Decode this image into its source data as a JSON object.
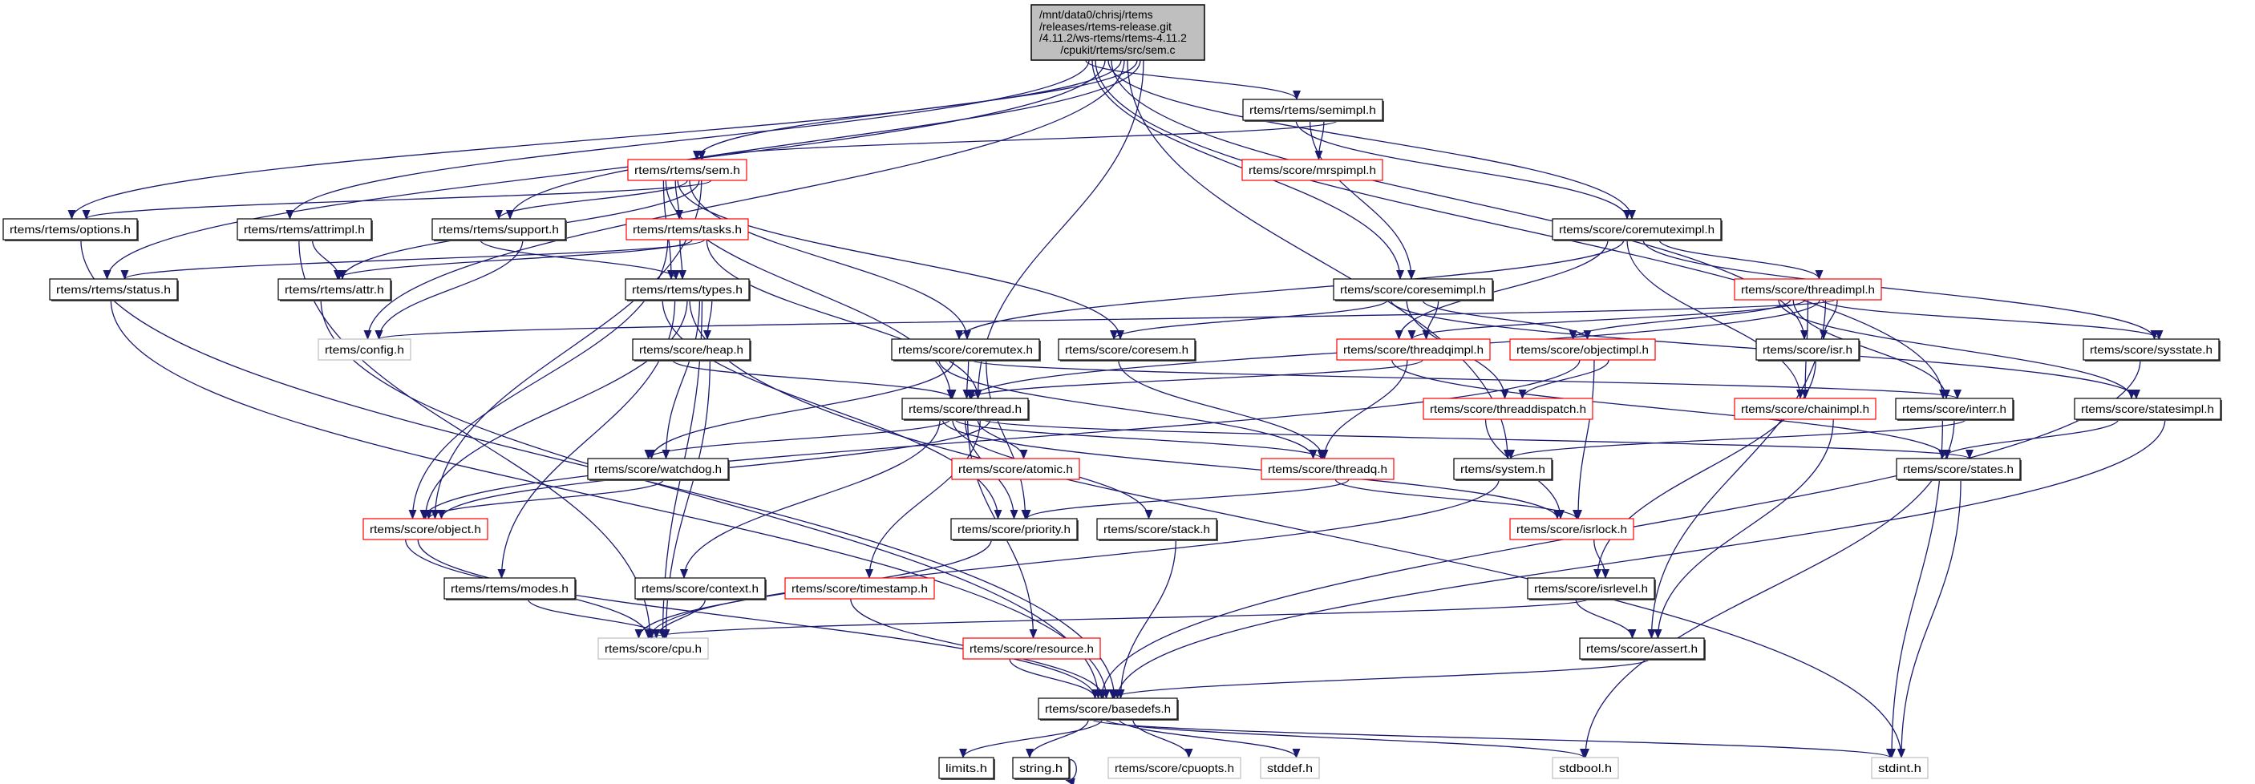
{
  "graph": {
    "root": {
      "id": "root",
      "lines": [
        "/mnt/data0/chrisj/rtems",
        "/releases/rtems-release.git",
        "/4.11.2/ws-rtems/rtems-4.11.2",
        "/cpukit/rtems/src/sem.c"
      ]
    },
    "colors": {
      "edge": "#191970",
      "root_fill": "#bfbfbf",
      "normal_border": "#000000",
      "incomplete_border": "#ff0000",
      "external_border": "#bfbfbf"
    },
    "nodes": [
      {
        "id": "semimpl",
        "label": "rtems/rtems/semimpl.h",
        "kind": "normal"
      },
      {
        "id": "mrspimpl",
        "label": "rtems/score/mrspimpl.h",
        "kind": "red"
      },
      {
        "id": "sem",
        "label": "rtems/rtems/sem.h",
        "kind": "red"
      },
      {
        "id": "options",
        "label": "rtems/rtems/options.h",
        "kind": "normal"
      },
      {
        "id": "attrimpl",
        "label": "rtems/rtems/attrimpl.h",
        "kind": "normal"
      },
      {
        "id": "support",
        "label": "rtems/rtems/support.h",
        "kind": "normal"
      },
      {
        "id": "tasks",
        "label": "rtems/rtems/tasks.h",
        "kind": "red"
      },
      {
        "id": "coremuteximpl",
        "label": "rtems/score/coremuteximpl.h",
        "kind": "normal"
      },
      {
        "id": "status",
        "label": "rtems/rtems/status.h",
        "kind": "normal"
      },
      {
        "id": "attr",
        "label": "rtems/rtems/attr.h",
        "kind": "normal"
      },
      {
        "id": "types",
        "label": "rtems/rtems/types.h",
        "kind": "normal"
      },
      {
        "id": "coresemimpl",
        "label": "rtems/score/coresemimpl.h",
        "kind": "normal"
      },
      {
        "id": "threadimpl",
        "label": "rtems/score/threadimpl.h",
        "kind": "red"
      },
      {
        "id": "config",
        "label": "rtems/config.h",
        "kind": "gray"
      },
      {
        "id": "heap",
        "label": "rtems/score/heap.h",
        "kind": "normal"
      },
      {
        "id": "coremutex",
        "label": "rtems/score/coremutex.h",
        "kind": "normal"
      },
      {
        "id": "coresem",
        "label": "rtems/score/coresem.h",
        "kind": "normal"
      },
      {
        "id": "threadqimpl",
        "label": "rtems/score/threadqimpl.h",
        "kind": "red"
      },
      {
        "id": "objectimpl",
        "label": "rtems/score/objectimpl.h",
        "kind": "red"
      },
      {
        "id": "isr",
        "label": "rtems/score/isr.h",
        "kind": "normal"
      },
      {
        "id": "sysstate",
        "label": "rtems/score/sysstate.h",
        "kind": "normal"
      },
      {
        "id": "thread",
        "label": "rtems/score/thread.h",
        "kind": "normal"
      },
      {
        "id": "threaddispatch",
        "label": "rtems/score/threaddispatch.h",
        "kind": "red"
      },
      {
        "id": "chainimpl",
        "label": "rtems/score/chainimpl.h",
        "kind": "red"
      },
      {
        "id": "interr",
        "label": "rtems/score/interr.h",
        "kind": "normal"
      },
      {
        "id": "statesimpl",
        "label": "rtems/score/statesimpl.h",
        "kind": "normal"
      },
      {
        "id": "watchdog",
        "label": "rtems/score/watchdog.h",
        "kind": "normal"
      },
      {
        "id": "atomic",
        "label": "rtems/score/atomic.h",
        "kind": "red"
      },
      {
        "id": "threadq",
        "label": "rtems/score/threadq.h",
        "kind": "red"
      },
      {
        "id": "system",
        "label": "rtems/system.h",
        "kind": "normal"
      },
      {
        "id": "states",
        "label": "rtems/score/states.h",
        "kind": "normal"
      },
      {
        "id": "object",
        "label": "rtems/score/object.h",
        "kind": "red"
      },
      {
        "id": "priority",
        "label": "rtems/score/priority.h",
        "kind": "normal"
      },
      {
        "id": "stack",
        "label": "rtems/score/stack.h",
        "kind": "normal"
      },
      {
        "id": "isrlock",
        "label": "rtems/score/isrlock.h",
        "kind": "red"
      },
      {
        "id": "modes",
        "label": "rtems/rtems/modes.h",
        "kind": "normal"
      },
      {
        "id": "context",
        "label": "rtems/score/context.h",
        "kind": "normal"
      },
      {
        "id": "timestamp",
        "label": "rtems/score/timestamp.h",
        "kind": "red"
      },
      {
        "id": "isrlevel",
        "label": "rtems/score/isrlevel.h",
        "kind": "normal"
      },
      {
        "id": "cpu",
        "label": "rtems/score/cpu.h",
        "kind": "gray"
      },
      {
        "id": "resource",
        "label": "rtems/score/resource.h",
        "kind": "red"
      },
      {
        "id": "assert",
        "label": "rtems/score/assert.h",
        "kind": "normal"
      },
      {
        "id": "basedefs",
        "label": "rtems/score/basedefs.h",
        "kind": "normal"
      },
      {
        "id": "limits",
        "label": "limits.h",
        "kind": "normal"
      },
      {
        "id": "string",
        "label": "string.h",
        "kind": "normal"
      },
      {
        "id": "cpuopts",
        "label": "rtems/score/cpuopts.h",
        "kind": "gray"
      },
      {
        "id": "stddef",
        "label": "stddef.h",
        "kind": "gray"
      },
      {
        "id": "stdbool",
        "label": "stdbool.h",
        "kind": "gray"
      },
      {
        "id": "stdint",
        "label": "stdint.h",
        "kind": "gray"
      }
    ],
    "edges": [
      [
        "root",
        "semimpl"
      ],
      [
        "root",
        "sem"
      ],
      [
        "root",
        "options"
      ],
      [
        "root",
        "status"
      ],
      [
        "root",
        "attrimpl"
      ],
      [
        "root",
        "support"
      ],
      [
        "root",
        "config"
      ],
      [
        "root",
        "coremuteximpl"
      ],
      [
        "root",
        "coresemimpl"
      ],
      [
        "root",
        "thread"
      ],
      [
        "root",
        "system"
      ],
      [
        "root",
        "isr"
      ],
      [
        "root",
        "interr"
      ],
      [
        "semimpl",
        "sem"
      ],
      [
        "semimpl",
        "mrspimpl"
      ],
      [
        "semimpl",
        "coresemimpl"
      ],
      [
        "semimpl",
        "coremuteximpl"
      ],
      [
        "sem",
        "options"
      ],
      [
        "sem",
        "attr"
      ],
      [
        "sem",
        "support"
      ],
      [
        "sem",
        "tasks"
      ],
      [
        "sem",
        "types"
      ],
      [
        "sem",
        "object"
      ],
      [
        "sem",
        "coremutex"
      ],
      [
        "sem",
        "coresem"
      ],
      [
        "sem",
        "thread"
      ],
      [
        "tasks",
        "status"
      ],
      [
        "tasks",
        "attr"
      ],
      [
        "tasks",
        "types"
      ],
      [
        "tasks",
        "object"
      ],
      [
        "tasks",
        "thread"
      ],
      [
        "attrimpl",
        "attr"
      ],
      [
        "attrimpl",
        "cpu"
      ],
      [
        "support",
        "types"
      ],
      [
        "support",
        "config"
      ],
      [
        "options",
        "basedefs"
      ],
      [
        "status",
        "basedefs"
      ],
      [
        "attr",
        "basedefs"
      ],
      [
        "types",
        "heap"
      ],
      [
        "types",
        "watchdog"
      ],
      [
        "types",
        "object"
      ],
      [
        "types",
        "modes"
      ],
      [
        "types",
        "priority"
      ],
      [
        "types",
        "cpu"
      ],
      [
        "types",
        "stdint"
      ],
      [
        "coremuteximpl",
        "coremutex"
      ],
      [
        "coremuteximpl",
        "threadqimpl"
      ],
      [
        "coremuteximpl",
        "threadimpl"
      ],
      [
        "coremuteximpl",
        "sysstate"
      ],
      [
        "coremuteximpl",
        "chainimpl"
      ],
      [
        "coresemimpl",
        "coresem"
      ],
      [
        "coresemimpl",
        "threadqimpl"
      ],
      [
        "coresemimpl",
        "objectimpl"
      ],
      [
        "coresemimpl",
        "threaddispatch"
      ],
      [
        "coresemimpl",
        "statesimpl"
      ],
      [
        "threadimpl",
        "config"
      ],
      [
        "threadimpl",
        "thread"
      ],
      [
        "threadimpl",
        "threadqimpl"
      ],
      [
        "threadimpl",
        "objectimpl"
      ],
      [
        "threadimpl",
        "isr"
      ],
      [
        "threadimpl",
        "sysstate"
      ],
      [
        "threadimpl",
        "chainimpl"
      ],
      [
        "threadimpl",
        "interr"
      ],
      [
        "threadimpl",
        "statesimpl"
      ],
      [
        "threadimpl",
        "assert"
      ],
      [
        "coremutex",
        "thread"
      ],
      [
        "coremutex",
        "watchdog"
      ],
      [
        "coremutex",
        "threadq"
      ],
      [
        "coremutex",
        "priority"
      ],
      [
        "coremutex",
        "interr"
      ],
      [
        "coresem",
        "threadq"
      ],
      [
        "heap",
        "thread"
      ],
      [
        "heap",
        "cpu"
      ],
      [
        "threadqimpl",
        "thread"
      ],
      [
        "threadqimpl",
        "threadq"
      ],
      [
        "threadqimpl",
        "states"
      ],
      [
        "objectimpl",
        "threaddispatch"
      ],
      [
        "objectimpl",
        "isrlock"
      ],
      [
        "objectimpl",
        "object"
      ],
      [
        "thread",
        "watchdog"
      ],
      [
        "thread",
        "object"
      ],
      [
        "thread",
        "atomic"
      ],
      [
        "thread",
        "priority"
      ],
      [
        "thread",
        "stack"
      ],
      [
        "thread",
        "context"
      ],
      [
        "thread",
        "timestamp"
      ],
      [
        "thread",
        "resource"
      ],
      [
        "thread",
        "threadq"
      ],
      [
        "thread",
        "isrlock"
      ],
      [
        "thread",
        "states"
      ],
      [
        "watchdog",
        "object"
      ],
      [
        "object",
        "cpu"
      ],
      [
        "object",
        "basedefs"
      ],
      [
        "threadq",
        "priority"
      ],
      [
        "threadq",
        "isrlock"
      ],
      [
        "system",
        "cpu"
      ],
      [
        "threaddispatch",
        "isrlock"
      ],
      [
        "isrlock",
        "isrlevel"
      ],
      [
        "isr",
        "isrlevel"
      ],
      [
        "isrlevel",
        "cpu"
      ],
      [
        "isrlevel",
        "assert"
      ],
      [
        "chainimpl",
        "assert"
      ],
      [
        "interr",
        "system"
      ],
      [
        "interr",
        "stdbool"
      ],
      [
        "interr",
        "stdint"
      ],
      [
        "statesimpl",
        "states"
      ],
      [
        "statesimpl",
        "basedefs"
      ],
      [
        "states",
        "stdint"
      ],
      [
        "sysstate",
        "basedefs"
      ],
      [
        "priority",
        "cpu"
      ],
      [
        "modes",
        "cpu"
      ],
      [
        "context",
        "cpu"
      ],
      [
        "timestamp",
        "basedefs"
      ],
      [
        "resource",
        "basedefs"
      ],
      [
        "stack",
        "basedefs"
      ],
      [
        "assert",
        "basedefs"
      ],
      [
        "basedefs",
        "limits"
      ],
      [
        "basedefs",
        "string"
      ],
      [
        "basedefs",
        "cpuopts"
      ],
      [
        "basedefs",
        "stddef"
      ],
      [
        "basedefs",
        "stdbool"
      ],
      [
        "basedefs",
        "stdint"
      ],
      [
        "string",
        "string"
      ]
    ]
  }
}
